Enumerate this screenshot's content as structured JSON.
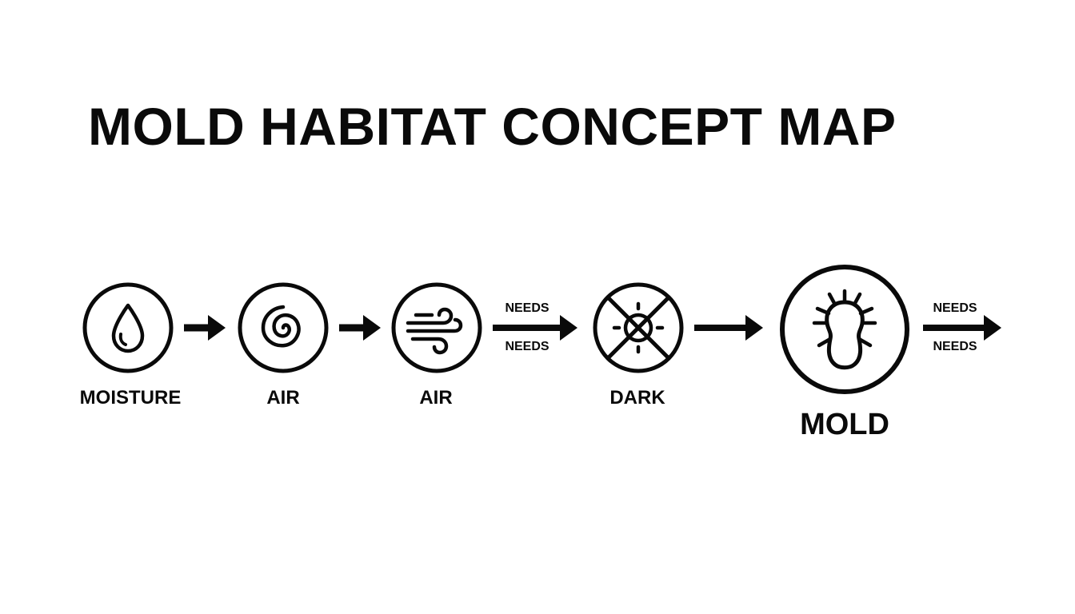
{
  "title": "MOLD HABITAT CONCEPT MAP",
  "nodes": [
    {
      "label": "MOISTURE",
      "icon": "water-drop-icon"
    },
    {
      "label": "AIR",
      "icon": "swirl-icon"
    },
    {
      "label": "AIR",
      "icon": "wind-icon"
    },
    {
      "label": "DARK",
      "icon": "no-sun-icon"
    },
    {
      "label": "MOLD",
      "icon": "mold-spore-icon"
    }
  ],
  "edges": [
    {
      "from": "MOISTURE",
      "to": "AIR",
      "label_top": "",
      "label_bottom": ""
    },
    {
      "from": "AIR",
      "to": "AIR",
      "label_top": "",
      "label_bottom": ""
    },
    {
      "from": "AIR",
      "to": "DARK",
      "label_top": "NEEDS",
      "label_bottom": "NEEDS"
    },
    {
      "from": "DARK",
      "to": "MOLD",
      "label_top": "",
      "label_bottom": ""
    },
    {
      "from": "MOLD",
      "to": "",
      "label_top": "NEEDS",
      "label_bottom": "NEEDS"
    }
  ],
  "colors": {
    "ink": "#0a0a0a",
    "background": "#ffffff"
  }
}
